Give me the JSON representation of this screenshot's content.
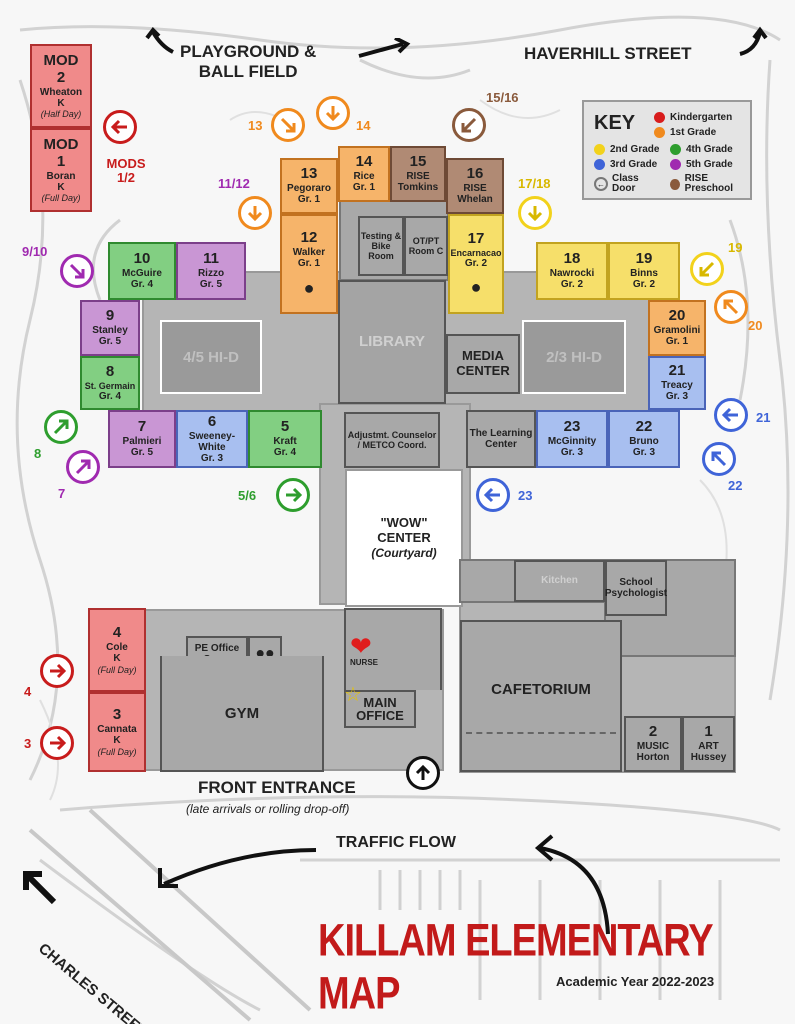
{
  "top": {
    "playground_line1": "PLAYGROUND &",
    "playground_line2": "BALL FIELD",
    "haverhill": "HAVERHILL STREET"
  },
  "key": {
    "title": "KEY",
    "items": [
      {
        "label": "Kindergarten",
        "color": "#d81c1c"
      },
      {
        "label": "1st Grade",
        "color": "#f08a1e"
      },
      {
        "label": "2nd Grade",
        "color": "#f2d21c"
      },
      {
        "label": "4th Grade",
        "color": "#2e9e2e"
      },
      {
        "label": "3rd Grade",
        "color": "#3f64d8"
      },
      {
        "label": "5th Grade",
        "color": "#a02ab0"
      },
      {
        "label": "Class Door",
        "color": "#777777",
        "icon": "door-arrow-icon"
      },
      {
        "label": "RISE Preschool",
        "color": "#8a5a3c"
      }
    ]
  },
  "mods": {
    "mod2": {
      "num": "MOD 2",
      "name": "Wheaton",
      "grade": "K",
      "note": "(Half Day)"
    },
    "mod1": {
      "num": "MOD 1",
      "name": "Boran",
      "grade": "K",
      "note": "(Full Day)"
    },
    "label": "MODS 1/2"
  },
  "rooms": {
    "r13": {
      "num": "13",
      "name": "Pegoraro",
      "grade": "Gr. 1"
    },
    "r14": {
      "num": "14",
      "name": "Rice",
      "grade": "Gr. 1"
    },
    "r15": {
      "num": "15",
      "name": "RISE",
      "grade": "Tomkins"
    },
    "r16": {
      "num": "16",
      "name": "RISE",
      "grade": "Whelan"
    },
    "r12": {
      "num": "12",
      "name": "Walker",
      "grade": "Gr. 1"
    },
    "r17": {
      "num": "17",
      "name": "Encarnacao",
      "grade": "Gr. 2"
    },
    "r10": {
      "num": "10",
      "name": "McGuire",
      "grade": "Gr. 4"
    },
    "r11": {
      "num": "11",
      "name": "Rizzo",
      "grade": "Gr. 5"
    },
    "r18": {
      "num": "18",
      "name": "Nawrocki",
      "grade": "Gr. 2"
    },
    "r19": {
      "num": "19",
      "name": "Binns",
      "grade": "Gr. 2"
    },
    "r9": {
      "num": "9",
      "name": "Stanley",
      "grade": "Gr. 5"
    },
    "r8": {
      "num": "8",
      "name": "St. Germain",
      "grade": "Gr. 4"
    },
    "r20": {
      "num": "20",
      "name": "Gramolini",
      "grade": "Gr. 1"
    },
    "r21": {
      "num": "21",
      "name": "Treacy",
      "grade": "Gr. 3"
    },
    "r7": {
      "num": "7",
      "name": "Palmieri",
      "grade": "Gr. 5"
    },
    "r6": {
      "num": "6",
      "name": "Sweeney-White",
      "grade": "Gr. 3"
    },
    "r5": {
      "num": "5",
      "name": "Kraft",
      "grade": "Gr. 4"
    },
    "r23": {
      "num": "23",
      "name": "McGinnity",
      "grade": "Gr. 3"
    },
    "r22": {
      "num": "22",
      "name": "Bruno",
      "grade": "Gr. 3"
    },
    "r4": {
      "num": "4",
      "name": "Cole",
      "grade": "K",
      "note": "(Full Day)"
    },
    "r3": {
      "num": "3",
      "name": "Cannata",
      "grade": "K",
      "note": "(Full Day)"
    },
    "r2": {
      "num": "2",
      "name": "MUSIC",
      "grade": "Horton"
    },
    "r1": {
      "num": "1",
      "name": "ART",
      "grade": "Hussey"
    }
  },
  "spaces": {
    "testing": "Testing & Bike Room",
    "otpt": "OT/PT Room C",
    "library": "LIBRARY",
    "media": "MEDIA CENTER",
    "hid45": "4/5 HI-D",
    "hid23": "2/3 HI-D",
    "adjust": "Adjustmt. Counselor / METCO Coord.",
    "learning": "The Learning Center",
    "wow_line1": "\"WOW\"",
    "wow_line2": "CENTER",
    "wow_line3": "(Courtyard)",
    "kitchen": "Kitchen",
    "psych": "School Psychologist",
    "cafetorium": "CAFETORIUM",
    "pe_office": "PE Office Snow",
    "gym": "GYM",
    "nurse": "NURSE",
    "main_office": "MAIN OFFICE"
  },
  "doors": {
    "mods": "MODS 1/2",
    "d13": "13",
    "d14": "14",
    "d1516": "15/16",
    "d1112": "11/12",
    "d1718": "17/18",
    "d910": "9/10",
    "d19": "19",
    "d20": "20",
    "d8": "8",
    "d7": "7",
    "d56": "5/6",
    "d21": "21",
    "d22": "22",
    "d23": "23",
    "d4": "4",
    "d3": "3"
  },
  "bottom": {
    "front_entrance": "FRONT ENTRANCE",
    "front_note": "(late arrivals or rolling drop-off)",
    "traffic": "TRAFFIC FLOW",
    "charles": "CHARLES STREET",
    "title": "KILLAM ELEMENTARY MAP",
    "year": "Academic Year 2022-2023"
  }
}
